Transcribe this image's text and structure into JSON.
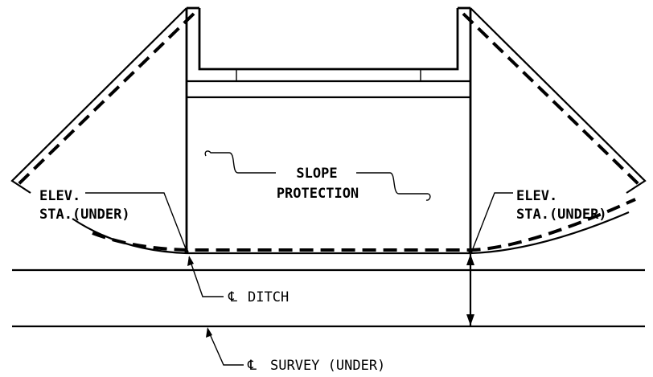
{
  "labels": {
    "slope_protection_line1": "SLOPE",
    "slope_protection_line2": "PROTECTION",
    "elev_left_line1": "ELEV.",
    "elev_left_line2": "STA.(UNDER)",
    "elev_right_line1": "ELEV.",
    "elev_right_line2": "STA.(UNDER)",
    "ditch": "DITCH",
    "survey": "SURVEY (UNDER)",
    "centerline_symbol": "℄"
  }
}
